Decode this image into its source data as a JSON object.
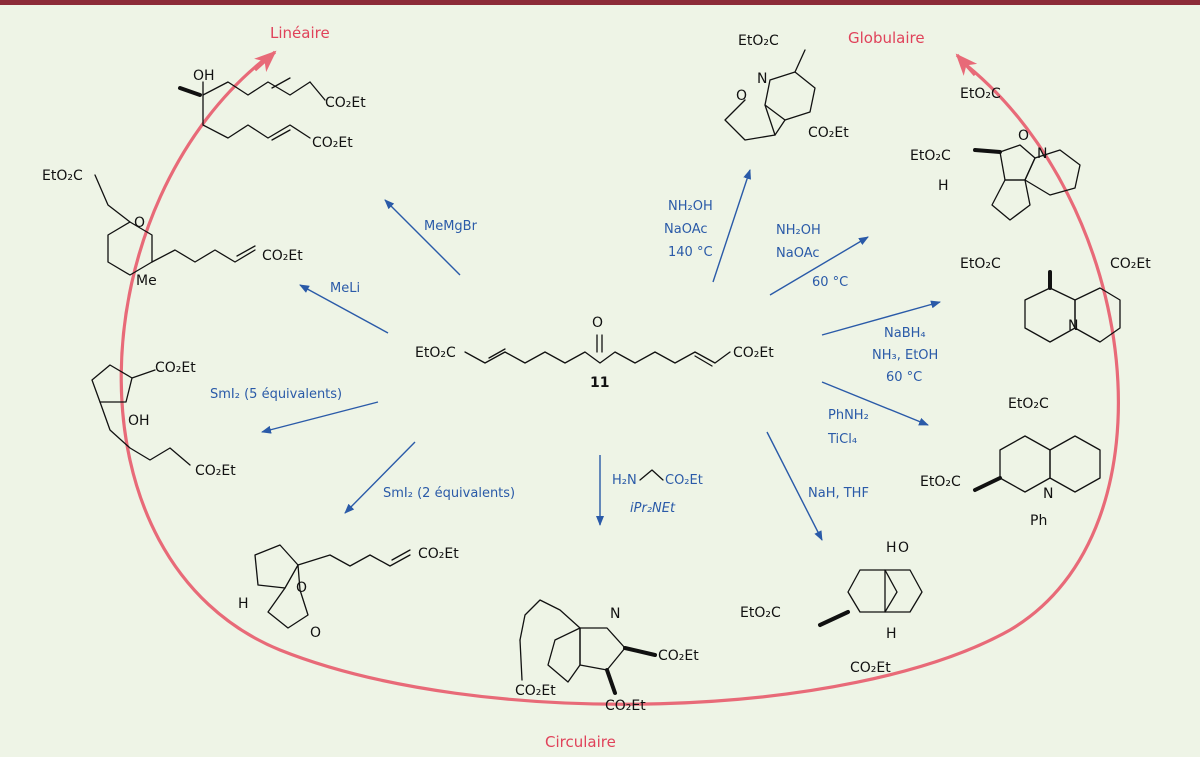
{
  "categories": {
    "lineaire": "Linéaire",
    "globulaire": "Globulaire",
    "circulaire": "Circulaire"
  },
  "center": {
    "left_group": "EtO₂C",
    "right_group": "CO₂Et",
    "ketone": "O",
    "label": "11"
  },
  "reagents": {
    "memgbr": "MeMgBr",
    "meli": "MeLi",
    "smi5": "SmI₂ (5 équivalents)",
    "smi2": "SmI₂ (2 équivalents)",
    "glycine_1": "H₂N",
    "glycine_2": "CO₂Et",
    "glycine_3": "iPr₂NEt",
    "nah": "NaH, THF",
    "phnh2_1": "PhNH₂",
    "phnh2_2": "TiCl₄",
    "nabh4_1": "NaBH₄",
    "nabh4_2": "NH₃, EtOH",
    "nabh4_3": "60 °C",
    "nh2oh60_1": "NH₂OH",
    "nh2oh60_2": "NaOAc",
    "nh2oh60_3": "60 °C",
    "nh2oh140_1": "NH₂OH",
    "nh2oh140_2": "NaOAc",
    "nh2oh140_3": "140 °C"
  },
  "labels": {
    "oh": "OH",
    "o": "O",
    "me": "Me",
    "n": "N",
    "h": "H",
    "nh": "H",
    "ph": "Ph",
    "ester": "CO₂Et",
    "ester_left": "EtO₂C"
  },
  "colors": {
    "circle": "#e86a78",
    "reagent": "#2a5aa8",
    "background": "#eef4e6",
    "topbar": "#8c2b38"
  }
}
